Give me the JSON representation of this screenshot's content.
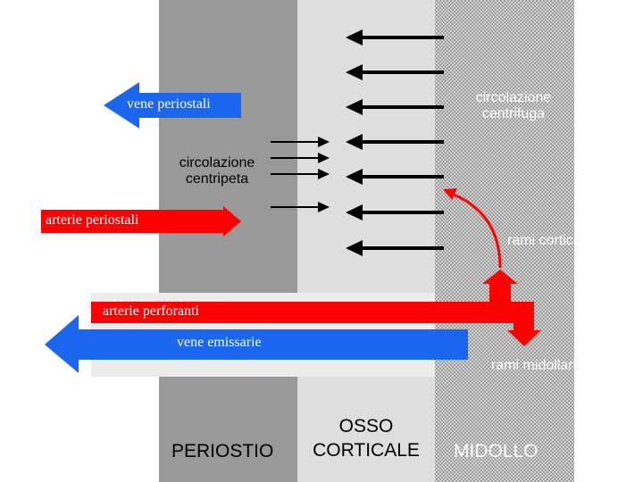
{
  "colors": {
    "periosteum": "#999999",
    "cortical": "#dedede",
    "marrow_base": "#d2d2d2",
    "horizontal_band": "#ececec",
    "artery": "#ff0000",
    "vein": "#1a66ee",
    "small_arrow": "#000000"
  },
  "regions": {
    "periosteum_label": "PERIOSTIO",
    "cortical_label_line1": "OSSO",
    "cortical_label_line2": "CORTICALE",
    "marrow_label": "MIDOLLO"
  },
  "labels": {
    "vene_periostali": "vene periostali",
    "circolazione_centrifuga_line1": "circolazione",
    "circolazione_centrifuga_line2": "centrifuga",
    "circolazione_centripeta_line1": "circolazione",
    "circolazione_centripeta_line2": "centripeta",
    "arterie_periostali": "arterie periostali",
    "rami_corticali": "rami corticali",
    "arterie_perforanti": "arterie perforanti",
    "vene_emissarie": "vene emissarie",
    "rami_midollari": "rami midollari"
  },
  "arrows": {
    "centrifugal_count": 7,
    "centripetal_count": 4
  }
}
